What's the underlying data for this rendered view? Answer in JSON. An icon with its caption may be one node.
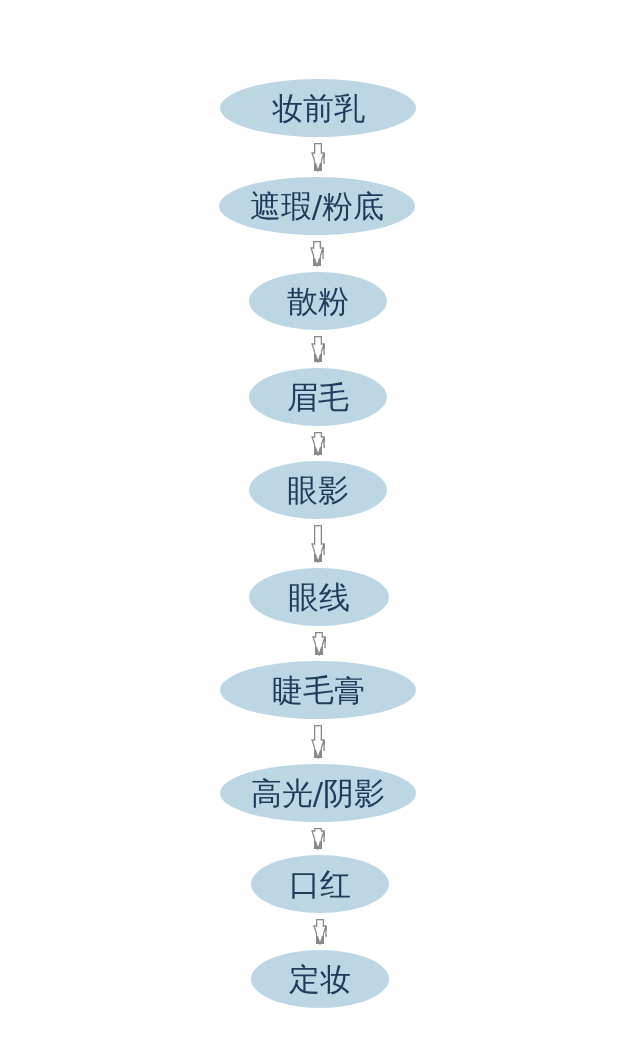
{
  "diagram": {
    "nodes": [
      {
        "text": [
          "妆前乳"
        ]
      },
      {
        "text": [
          "遮瑕/粉底"
        ]
      },
      {
        "text": [
          "散粉"
        ]
      },
      {
        "text": [
          "眉毛"
        ]
      },
      {
        "text": [
          "眼影"
        ]
      },
      {
        "text": [
          "眼线"
        ]
      },
      {
        "text": [
          "睫毛膏"
        ]
      },
      {
        "text": [
          "高光/阴影"
        ]
      },
      {
        "text": [
          "口红"
        ]
      },
      {
        "text": [
          "定妆"
        ]
      }
    ],
    "edges": [
      {
        "from": 0,
        "to": 1,
        "arrow": "to"
      },
      {
        "from": 1,
        "to": 2,
        "arrow": "to"
      },
      {
        "from": 2,
        "to": 3,
        "arrow": "to"
      },
      {
        "from": 3,
        "to": 4,
        "arrow": "to"
      },
      {
        "from": 4,
        "to": 5,
        "arrow": "to"
      },
      {
        "from": 5,
        "to": 6,
        "arrow": "to"
      },
      {
        "from": 6,
        "to": 7,
        "arrow": "to"
      },
      {
        "from": 7,
        "to": 8,
        "arrow": "to"
      },
      {
        "from": 8,
        "to": 9,
        "arrow": "to"
      }
    ]
  }
}
